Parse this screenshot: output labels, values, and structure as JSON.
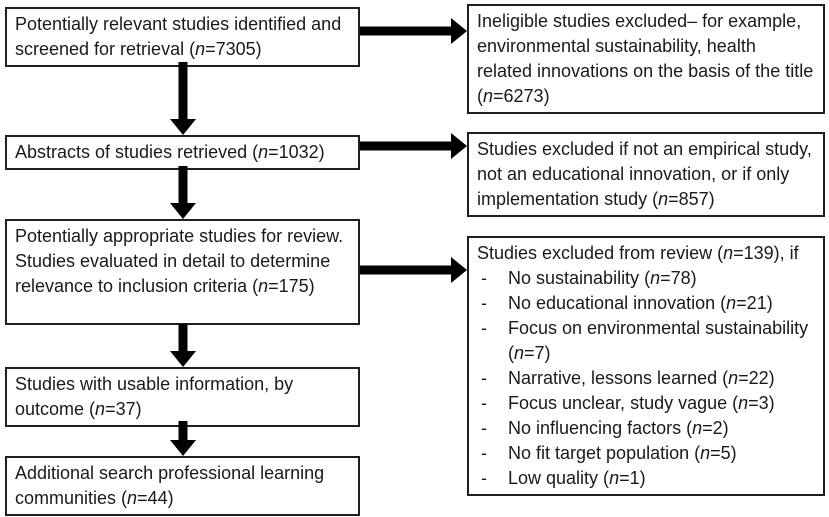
{
  "diagram": {
    "kind": "study-selection-flowchart",
    "list_bullet": "-",
    "left_boxes": [
      {
        "text": "Potentially relevant studies identified and screened for retrieval (*n*=7305)"
      },
      {
        "text": "Abstracts of studies retrieved (*n*=1032)"
      },
      {
        "text": "Potentially appropriate studies for review. Studies evaluated in detail to determine relevance to inclusion criteria (*n*=175)"
      },
      {
        "text": "Studies with usable information, by outcome (*n*=37)"
      },
      {
        "text": "Additional search professional learning communities (*n*=44)"
      }
    ],
    "right_boxes": [
      {
        "text": "Ineligible studies excluded– for example, environmental sustainability, health related innovations on the basis of the title (*n*=6273)"
      },
      {
        "text": "Studies excluded if not an empirical study, not an educational innovation, or if only implementation study (*n*=857)"
      },
      {
        "heading": "Studies excluded from review (*n*=139), if",
        "items": [
          "No sustainability (*n*=78)",
          "No educational innovation (*n*=21)",
          "Focus on environmental sustainability (*n*=7)",
          "Narrative, lessons learned (*n*=22)",
          "Focus unclear, study vague (*n*=3)",
          "No influencing factors (*n*=2)",
          "No fit target population (*n*=5)",
          "Low quality (*n*=1)"
        ]
      }
    ]
  }
}
